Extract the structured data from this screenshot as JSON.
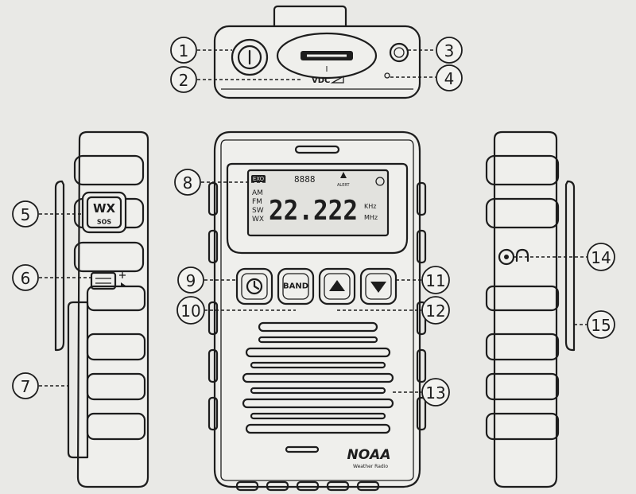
{
  "callouts": [
    "1",
    "2",
    "3",
    "4",
    "5",
    "6",
    "7",
    "8",
    "9",
    "10",
    "11",
    "12",
    "13",
    "14",
    "15"
  ],
  "top_view": {
    "slider_mark": "I",
    "vdc_label": "VDC"
  },
  "left_view": {
    "wx_label": "WX",
    "sos_label": "SOS"
  },
  "front_view": {
    "lcd": {
      "badge": "EXO",
      "bands": [
        "AM",
        "FM",
        "SW",
        "WX"
      ],
      "digits": "22.222",
      "top_digits": "8888",
      "units": [
        "KHz",
        "MHz"
      ],
      "alert": "ALERT"
    },
    "buttons": {
      "band_label": "BAND"
    },
    "logo": {
      "text": "NOAA",
      "sub": "Weather Radio"
    }
  },
  "colors": {
    "background": "#e9e9e6",
    "line": "#1d1d1d"
  },
  "icons": [
    "power-icon",
    "clock-icon",
    "up-arrow-icon",
    "down-arrow-icon",
    "headphone-icon",
    "lamp-icon"
  ]
}
